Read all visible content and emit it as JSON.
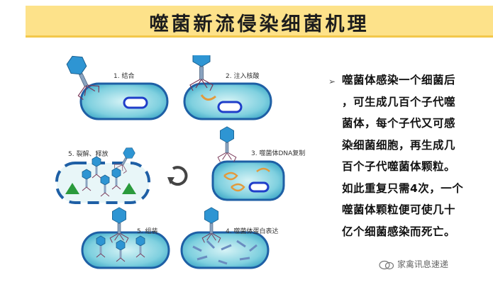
{
  "title": "噬菌新流侵染细菌机理",
  "steps": [
    {
      "num": "1.",
      "label": "结合"
    },
    {
      "num": "2.",
      "label": "注入核酸"
    },
    {
      "num": "3.",
      "label": "噬菌体DNA复制"
    },
    {
      "num": "4.",
      "label": "噬菌体蛋白表达"
    },
    {
      "num": "5.",
      "label": "组装"
    },
    {
      "num": "5.",
      "label": "裂解、释放"
    }
  ],
  "description_lines": [
    "噬菌体感染一个细菌后",
    "，可生成几百个子代噬",
    "菌体，每个子代又可感",
    "染细菌细胞，再生成几",
    "百个子代噬菌体颗粒。",
    "如此重复只需4次，一个",
    "噬菌体颗粒便可使几十",
    "亿个细菌感染而死亡。"
  ],
  "bullet_icon": "triangle-bullet-icon",
  "watermark": "家禽讯息速递",
  "watermark_icon": "wechat-icon",
  "colors": {
    "title_bg": "#fde28a",
    "cell": "#5fc0d8",
    "cell_border": "#1e5fa5",
    "phage": "#2a8fd0",
    "dna": "#1f3ec9"
  }
}
